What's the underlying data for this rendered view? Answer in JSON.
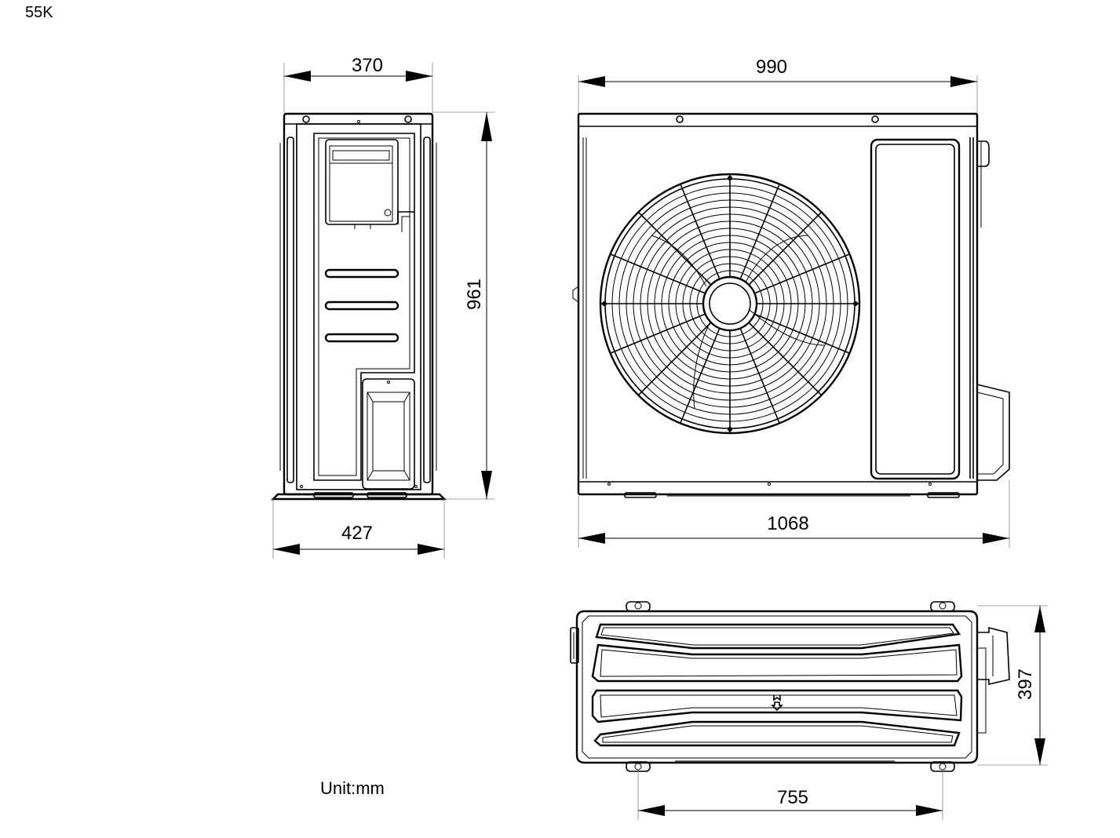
{
  "model_label": "55K",
  "unit_note": "Unit:mm",
  "dimensions": {
    "side_top_width": "370",
    "side_base_width": "427",
    "height": "961",
    "front_top_width": "990",
    "front_base_width": "1068",
    "top_depth": "397",
    "top_foot_spacing": "755"
  },
  "icons": [
    "fan-guard-icon",
    "arrow-down-icon"
  ]
}
